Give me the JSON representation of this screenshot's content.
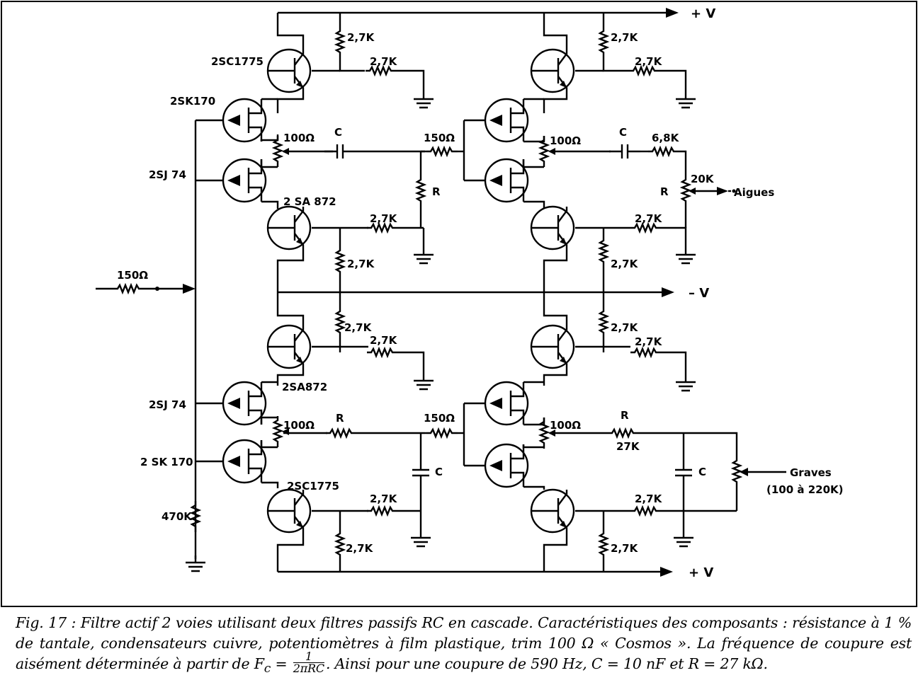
{
  "caption": {
    "part1": "Fig. 17 : Filtre actif 2 voies utilisant deux filtres passifs RC en cascade. Caractéristiques des composants : résistance à 1 % de tantale, condensateurs cuivre, potentiomètres à film plastique, trim 100 Ω « Cosmos ». La fréquence de coupure est aisément déterminée à partir de F",
    "fc_sub": "c",
    "eq": " = ",
    "frac_num": "1",
    "frac_den": "2πRC",
    "part2": ". Ainsi pour une coupure de 590 Hz, C = 10 nF et R = 27 kΩ."
  },
  "labels": {
    "rail_top": "+ V",
    "rail_mid": "– V",
    "rail_bot": "+ V",
    "in_res": "150Ω",
    "out_treble": "Aigues",
    "out_bass": "Graves",
    "out_bass_range": "(100 à 220K)",
    "r_top_a": "2,7K",
    "r_top_b": "2,7K",
    "r_top_c": "2,7K",
    "r_top_d": "2,7K",
    "r_mid_a": "2,7K",
    "r_mid_b": "2,7K",
    "r_mid_c": "2,7K",
    "r_mid_d": "2,7K",
    "r_mid_e": "2,7K",
    "r_mid_f": "2,7K",
    "r_mid_g": "2,7K",
    "r_mid_h": "2,7K",
    "r_bot_a": "2,7K",
    "r_bot_b": "2,7K",
    "r_bot_c": "2,7K",
    "r_bot_d": "2,7K",
    "q1": "2SC1775",
    "q2": "2SK170",
    "q3": "2SJ 74",
    "q4": "2 SA 872",
    "q5": "2SA872",
    "q6": "2SJ 74",
    "q7": "2 SK 170",
    "q8": "2SC1775",
    "r470": "470K",
    "trim1": "100Ω",
    "trim2": "100Ω",
    "trim3": "100Ω",
    "trim4": "100Ω",
    "c1": "C",
    "c2": "C",
    "c3": "C",
    "c4": "C",
    "r1": "R",
    "r2": "R",
    "r3": "R",
    "r4": "R",
    "r150a": "150Ω",
    "r150b": "150Ω",
    "r68": "6,8K",
    "pot20": "20K",
    "r27k": "27K"
  }
}
